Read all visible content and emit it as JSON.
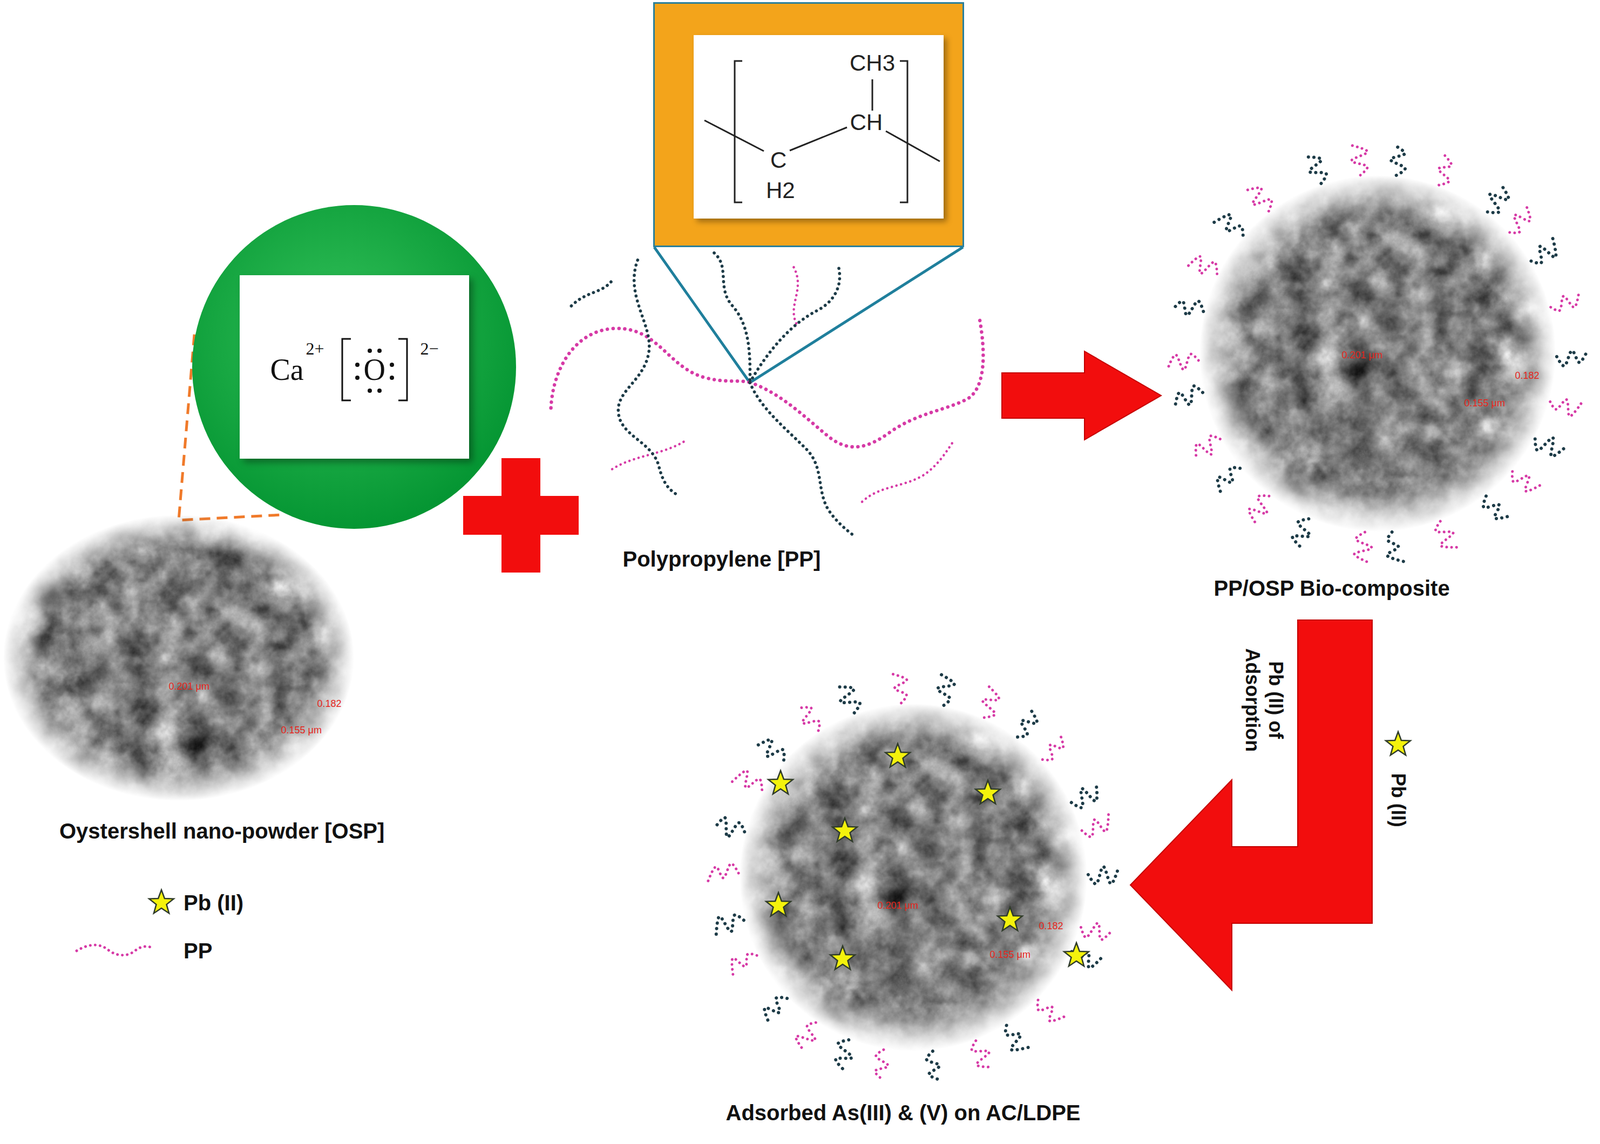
{
  "diagram": {
    "nodes": [
      {
        "text": [
          "Ca",
          "2+",
          "O",
          "2−"
        ]
      },
      {
        "text": [
          "Oystershell nano-powder [OSP]"
        ]
      },
      {
        "text": [
          "CH3",
          "CH",
          "C",
          "H2"
        ]
      },
      {
        "text": [
          "Polypropylene [PP]"
        ]
      },
      {
        "text": [
          "PP/OSP Bio-composite"
        ]
      },
      {
        "text": [
          "Adsorbed As(III) & (V) on AC/LDPE"
        ]
      }
    ],
    "edges": [
      {
        "from": 1,
        "to": 0,
        "arrow": "none"
      },
      {
        "from": 2,
        "to": 3,
        "arrow": "none"
      },
      {
        "from": 3,
        "to": 4,
        "arrow": "to"
      },
      {
        "from": 4,
        "to": 5,
        "label": "Pb (II) of Adsorption",
        "arrow": "to"
      }
    ],
    "labels": [
      "0.201 μm",
      "0.182",
      "0.155 μm",
      "0.201 μm",
      "0.182",
      "0.155 μm",
      "Pb (II)",
      "0.201 μm",
      "0.182",
      "0.155 μm"
    ],
    "legend": [
      {
        "text": "Pb (II)"
      },
      {
        "text": "PP"
      }
    ]
  }
}
